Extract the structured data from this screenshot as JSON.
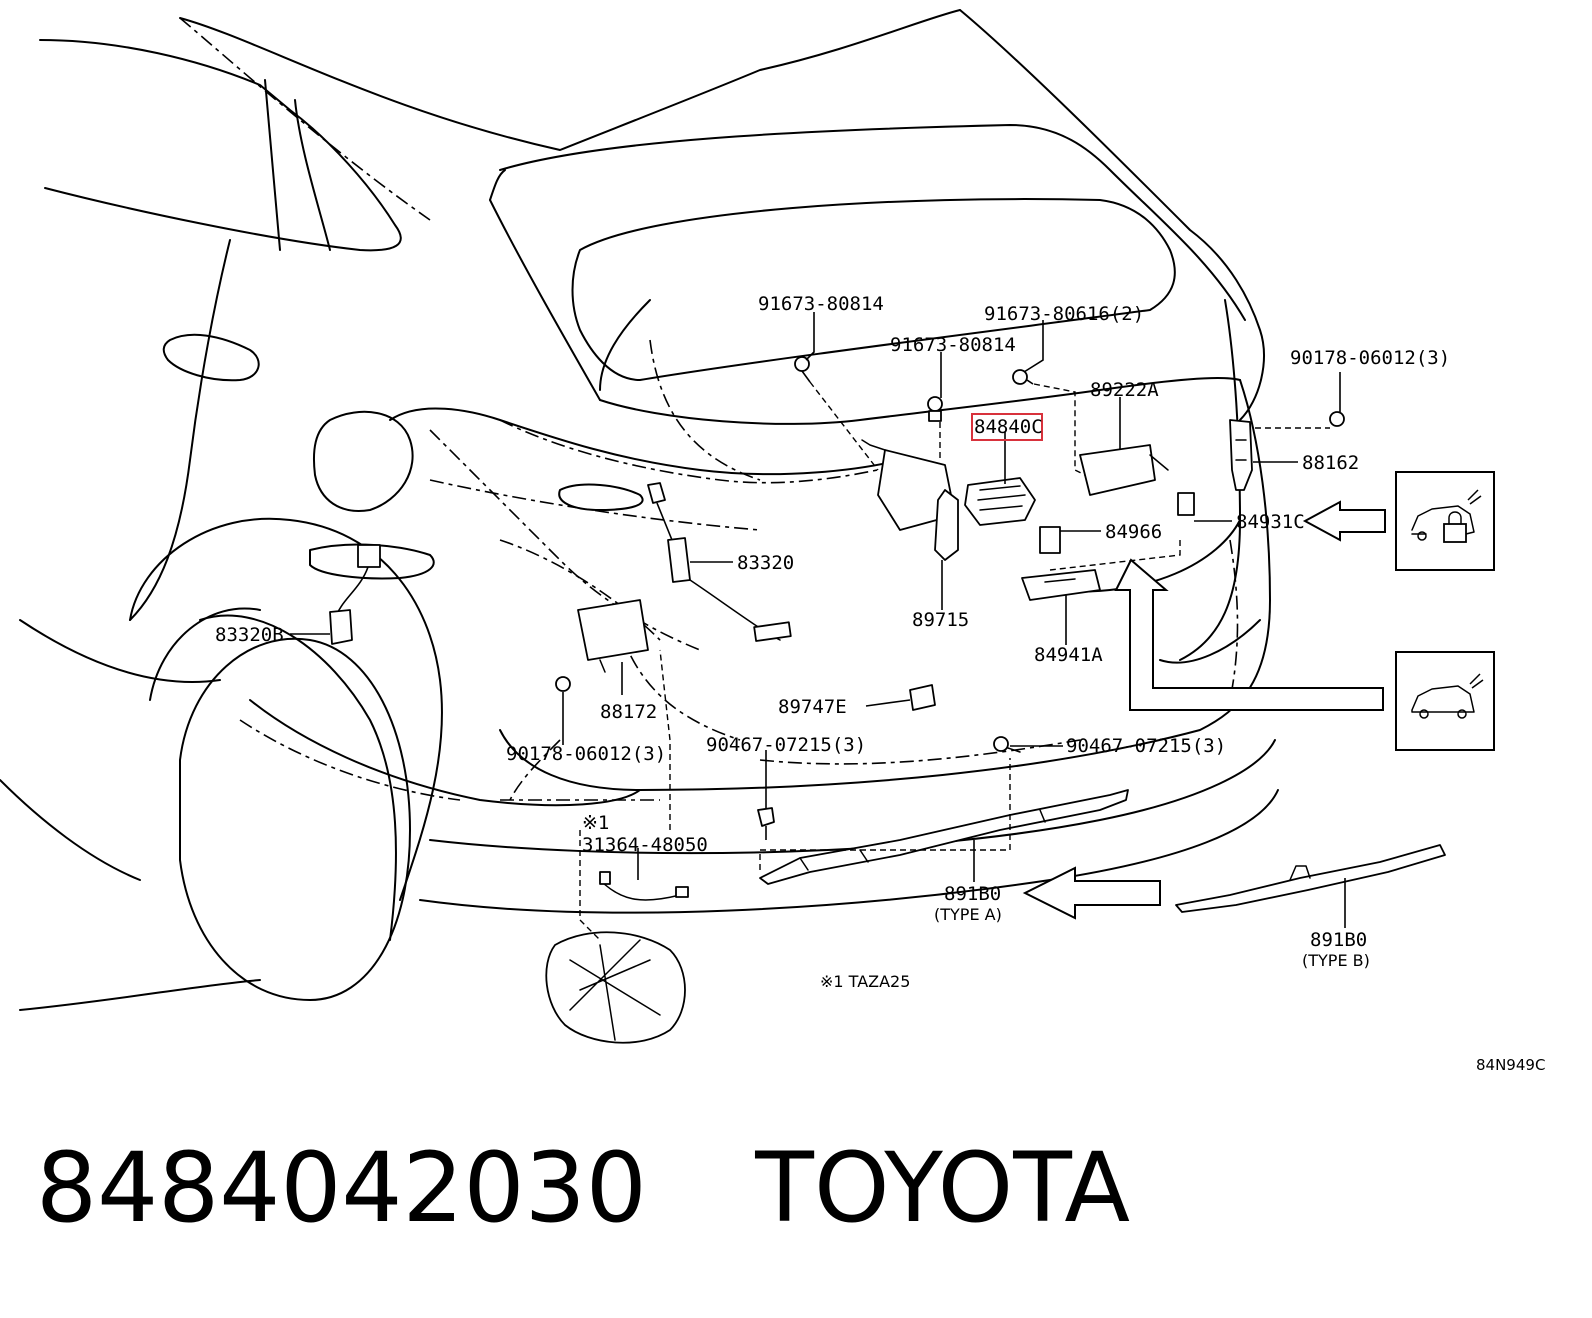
{
  "callouts": {
    "c91673_80814_a": "91673-80814",
    "c91673_80616": "91673-80616(2)",
    "c91673_80814_b": "91673-80814",
    "c90178_06012_a": "90178-06012(3)",
    "c89222a": "89222A",
    "c84840c": "84840C",
    "c88162": "88162",
    "c84966": "84966",
    "c84931c": "84931C",
    "c83320": "83320",
    "c83320b": "83320B",
    "c89715": "89715",
    "c84941a": "84941A",
    "c88172": "88172",
    "c89747e": "89747E",
    "c90178_06012_b": "90178-06012(3)",
    "c90467_07215_a": "90467-07215(3)",
    "c90467_07215_b": "90467-07215(3)",
    "c31364_48050": "31364-48050",
    "mark_ref": "※1",
    "c891b0_a": "891B0",
    "type_a": "(TYPE A)",
    "c891b0_b": "891B0",
    "type_b": "(TYPE B)",
    "note": "※1 TAZA25",
    "drawing_code": "84N949C"
  },
  "footer": {
    "part_number": "8484042030",
    "brand": "TOYOTA"
  },
  "colors": {
    "highlight": "#d8323c",
    "line": "#000000",
    "background": "#ffffff"
  },
  "icons": {
    "lock_panel": "car-lock-icon",
    "car_panel": "car-rear-icon"
  }
}
